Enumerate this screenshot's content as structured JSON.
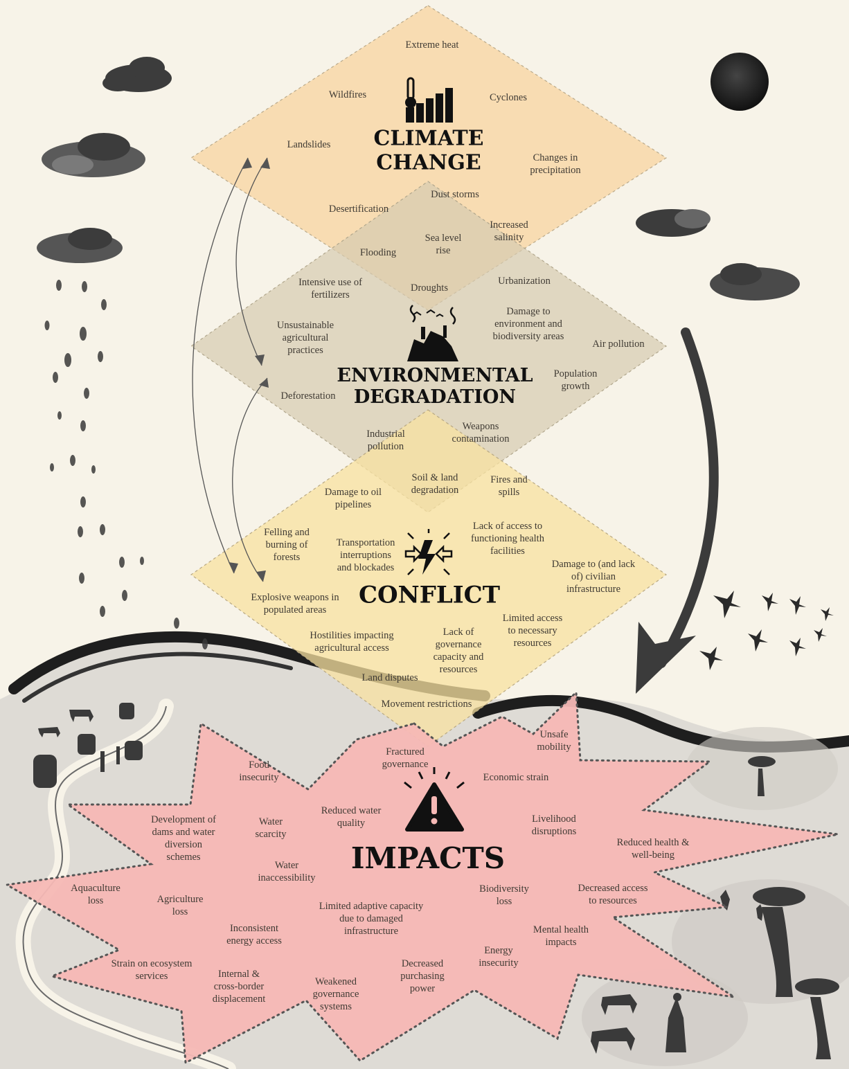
{
  "sections": {
    "climate": {
      "title": "CLIMATE\nCHANGE",
      "items": [
        "Extreme heat",
        "Wildfires",
        "Cyclones",
        "Landslides",
        "Changes in\nprecipitation"
      ]
    },
    "overlap_climate_env": {
      "items": [
        "Dust storms",
        "Desertification",
        "Increased\nsalinity",
        "Sea level\nrise",
        "Flooding",
        "Droughts"
      ]
    },
    "environment": {
      "title": "ENVIRONMENTAL\nDEGRADATION",
      "items": [
        "Intensive use of\nfertilizers",
        "Urbanization",
        "Damage to\nenvironment and\nbiodiversity areas",
        "Unsustainable\nagricultural\npractices",
        "Air pollution",
        "Population\ngrowth",
        "Deforestation"
      ]
    },
    "overlap_env_conflict": {
      "items": [
        "Industrial\npollution",
        "Weapons\ncontamination",
        "Soil & land\ndegradation",
        "Fires and\nspills",
        "Damage to oil\npipelines"
      ]
    },
    "conflict": {
      "title": "CONFLICT",
      "items": [
        "Lack of access to\nfunctioning health\nfacilities",
        "Felling and\nburning of\nforests",
        "Transportation\ninterruptions\nand blockades",
        "Damage to (and lack\nof) civilian\ninfrastructure",
        "Explosive weapons in\npopulated areas",
        "Limited access\nto necessary\nresources",
        "Hostilities impacting\nagricultural access",
        "Lack of\ngovernance\ncapacity and\nresources",
        "Land disputes",
        "Movement restrictions"
      ]
    },
    "impacts": {
      "title": "IMPACTS",
      "items": [
        "Unsafe\nmobility",
        "Fractured\ngovernance",
        "Food\ninsecurity",
        "Economic strain",
        "Development of\ndams and water\ndiversion\nschemes",
        "Water\nscarcity",
        "Reduced water\nquality",
        "Livelihood\ndisruptions",
        "Reduced health &\nwell-being",
        "Water\ninaccessibility",
        "Aquaculture\nloss",
        "Agriculture\nloss",
        "Biodiversity\nloss",
        "Decreased access\nto resources",
        "Limited adaptive capacity\ndue to damaged\ninfrastructure",
        "Inconsistent\nenergy access",
        "Mental health\nimpacts",
        "Strain on ecosystem\nservices",
        "Energy\ninsecurity",
        "Decreased\npurchasing\npower",
        "Internal &\ncross-border\ndisplacement",
        "Weakened\ngovernance\nsystems"
      ]
    }
  },
  "colors": {
    "climate": "#f8d7a8",
    "environment": "#ddd3bb",
    "conflict": "#f8e3a6",
    "impacts": "#f6b8b5",
    "ink": "#111111"
  },
  "icons": [
    "thermometer-bar-chart-icon",
    "polluted-landscape-icon",
    "conflict-clash-icon",
    "warning-triangle-icon"
  ]
}
